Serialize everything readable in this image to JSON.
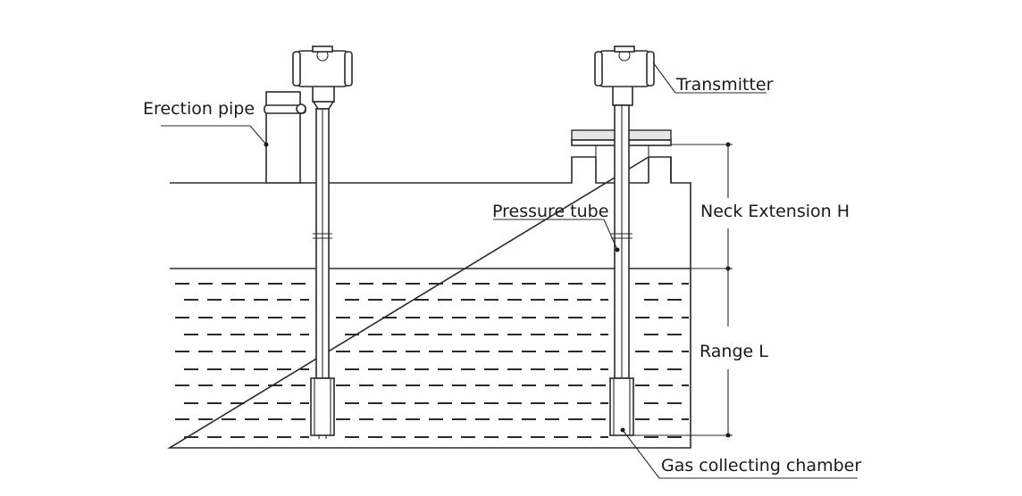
{
  "labels": {
    "erection_pipe": "Erection pipe",
    "transmitter": "Transmitter",
    "pressure_tube": "Pressure tube",
    "neck_extension": "Neck Extension H",
    "range": "Range L",
    "gas_chamber": "Gas collecting chamber"
  }
}
